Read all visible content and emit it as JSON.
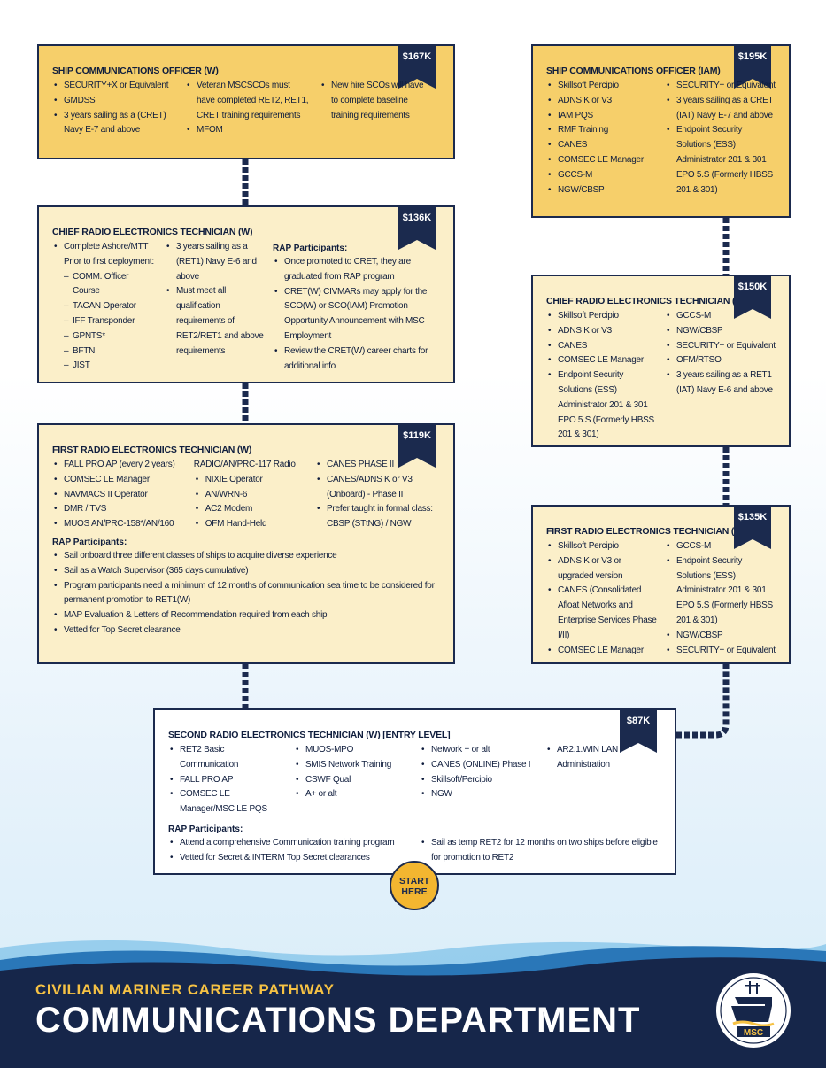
{
  "cards": {
    "sco_w": {
      "title": "SHIP COMMUNICATIONS OFFICER (W)",
      "salary": "$167K",
      "col1": [
        "SECURITY+X or Equivalent",
        "GMDSS",
        "3 years sailing as a (CRET) Navy E-7 and above"
      ],
      "col2": [
        "Veteran MSCSCOs must have completed RET2, RET1, CRET training requirements",
        "MFOM"
      ],
      "col3": [
        "New hire SCOs will have to complete baseline training requirements"
      ]
    },
    "cret_w": {
      "title": "CHIEF RADIO ELECTRONICS TECHNICIAN (W)",
      "salary": "$136K",
      "col1_lead": "Complete Ashore/MTT Prior to first deployment:",
      "col1_sub": [
        "COMM. Officer Course",
        "TACAN Operator",
        "IFF Transponder",
        "GPNTS*",
        "BFTN",
        "JIST"
      ],
      "col2": [
        "3 years sailing as a (RET1) Navy E-6 and above",
        "Must meet all qualification requirements of RET2/RET1 and above requirements"
      ],
      "rap_label": "RAP Participants:",
      "rap": [
        "Once promoted to CRET, they are graduated from RAP program",
        "CRET(W) CIVMARs may apply for the SCO(W) or SCO(IAM) Promotion Opportunity Announcement with MSC Employment",
        "Review the CRET(W) career charts for additional info"
      ]
    },
    "ret1_w": {
      "title": "FIRST RADIO ELECTRONICS TECHNICIAN (W)",
      "salary": "$119K",
      "col1": [
        "FALL PRO AP (every 2 years)",
        "COMSEC LE Manager",
        "NAVMACS II Operator",
        "DMR / TVS",
        "MUOS AN/PRC-158*/AN/160"
      ],
      "col2_lead": "RADIO/AN/PRC-117 Radio",
      "col2": [
        "NIXIE Operator",
        "AN/WRN-6",
        "AC2 Modem",
        "OFM Hand-Held"
      ],
      "col3": [
        "CANES PHASE II",
        "CANES/ADNS K or V3 (Onboard) - Phase II",
        "Prefer taught in formal class: CBSP (STtNG) / NGW"
      ],
      "rap_label": "RAP Participants:",
      "rap": [
        "Sail onboard three different classes of ships to acquire diverse experience",
        "Sail as a Watch Supervisor (365 days cumulative)",
        "Program participants need a minimum of 12 months of communication sea time to be considered for permanent promotion to RET1(W)",
        "MAP Evaluation & Letters of Recommendation required from each ship",
        "Vetted for Top Secret clearance"
      ]
    },
    "ret2_w": {
      "title": "SECOND RADIO ELECTRONICS TECHNICIAN (W) [ENTRY LEVEL]",
      "salary": "$87K",
      "col1": [
        "RET2 Basic Communication",
        "FALL PRO AP",
        "COMSEC LE Manager/MSC LE PQS"
      ],
      "col2": [
        "MUOS-MPO",
        "SMIS Network Training",
        "CSWF Qual",
        "A+ or alt"
      ],
      "col3": [
        "Network + or alt",
        "CANES (ONLINE) Phase I",
        "Skillsoft/Percipio",
        "NGW"
      ],
      "col4": [
        "AR2.1.WIN LAN Administration"
      ],
      "rap_label": "RAP Participants:",
      "rap1": [
        "Attend a comprehensive Communication training program",
        "Vetted for Secret & INTERM Top Secret clearances"
      ],
      "rap2": [
        "Sail as temp RET2 for 12 months on two ships before eligible for promotion to RET2"
      ]
    },
    "sco_iam": {
      "title": "SHIP COMMUNICATIONS OFFICER (IAM)",
      "salary": "$195K",
      "col1": [
        "Skillsoft Percipio",
        "ADNS K or V3",
        "IAM PQS",
        "RMF Training",
        "CANES",
        "COMSEC LE Manager",
        "GCCS-M",
        "NGW/CBSP"
      ],
      "col2": [
        "SECURITY+ or Equivalent",
        "3 years sailing as a CRET (IAT) Navy E-7 and above",
        "Endpoint Security Solutions (ESS) Administrator 201 & 301 EPO 5.S (Formerly HBSS 201 & 301)"
      ]
    },
    "cret_iat": {
      "title": "CHIEF RADIO ELECTRONICS TECHNICIAN (IAT)",
      "salary": "$150K",
      "col1": [
        "Skillsoft Percipio",
        "ADNS K or V3",
        "CANES",
        "COMSEC LE Manager",
        "Endpoint Security Solutions (ESS) Administrator 201 & 301 EPO 5.S (Formerly HBSS 201 & 301)"
      ],
      "col2": [
        "GCCS-M",
        "NGW/CBSP",
        "SECURITY+ or Equivalent",
        "OFM/RTSO",
        "3 years sailing as a RET1 (IAT) Navy E-6 and above"
      ]
    },
    "ret1_iat": {
      "title": "FIRST RADIO ELECTRONICS TECHNICIAN (IAT)",
      "salary": "$135K",
      "col1": [
        "Skillsoft Percipio",
        "ADNS K or V3 or upgraded version",
        "CANES (Consolidated Afloat Networks and Enterprise Services Phase I/II)",
        "COMSEC LE Manager"
      ],
      "col2": [
        "GCCS-M",
        "Endpoint Security Solutions (ESS) Administrator 201 & 301 EPO 5.S (Formerly HBSS 201 & 301)",
        "NGW/CBSP",
        "SECURITY+ or Equivalent"
      ]
    }
  },
  "start_label": "START HERE",
  "footer": {
    "tagline": "CIVILIAN MARINER CAREER PATHWAY",
    "title": "COMMUNICATIONS DEPARTMENT",
    "logo_text": "MSC",
    "navy": "#16264a",
    "gold": "#f6c244"
  },
  "colors": {
    "gold_card": "#f6cf6a",
    "cream_card": "#fbefc9",
    "start_button": "#f3b630"
  }
}
